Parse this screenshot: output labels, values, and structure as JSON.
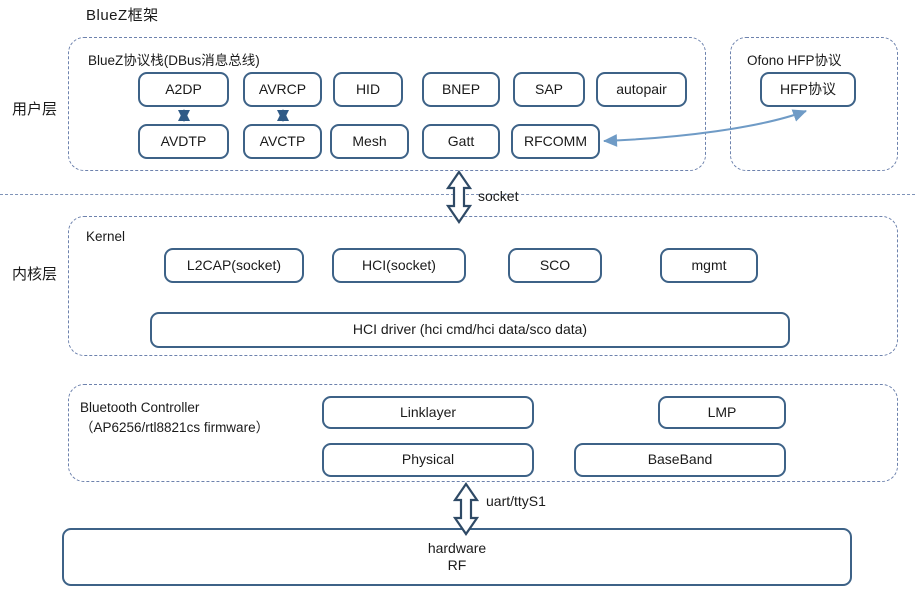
{
  "diagram": {
    "title": "BlueZ框架",
    "layer_labels": [
      {
        "id": "user",
        "text": "用户层"
      },
      {
        "id": "kernel",
        "text": "内核层"
      }
    ]
  },
  "user_layer": {
    "bluez_group": {
      "title": "BlueZ协议栈(DBus消息总线)",
      "row1": [
        {
          "label": "A2DP"
        },
        {
          "label": "AVRCP"
        },
        {
          "label": "HID"
        },
        {
          "label": "BNEP"
        },
        {
          "label": "SAP"
        },
        {
          "label": "autopair"
        }
      ],
      "row2": [
        {
          "label": "AVDTP"
        },
        {
          "label": "AVCTP"
        },
        {
          "label": "Mesh"
        },
        {
          "label": "Gatt"
        },
        {
          "label": "RFCOMM"
        }
      ]
    },
    "ofono_group": {
      "title": "Ofono HFP协议",
      "nodes": [
        {
          "label": "HFP协议"
        }
      ]
    }
  },
  "kernel_layer": {
    "title": "Kernel",
    "row1": [
      {
        "label": "L2CAP(socket)"
      },
      {
        "label": "HCI(socket)"
      },
      {
        "label": "SCO"
      },
      {
        "label": "mgmt"
      }
    ],
    "driver": {
      "label": "HCI driver (hci cmd/hci data/sco data)"
    }
  },
  "controller_layer": {
    "title_line1": "Bluetooth Controller",
    "title_line2": "（AP6256/rtl8821cs firmware）",
    "nodes": [
      {
        "label": "Linklayer"
      },
      {
        "label": "LMP"
      },
      {
        "label": "Physical"
      },
      {
        "label": "BaseBand"
      }
    ]
  },
  "hardware_layer": {
    "line1": "hardware",
    "line2": "RF"
  },
  "connections": [
    {
      "id": "socket",
      "label": "socket"
    },
    {
      "id": "uart",
      "label": "uart/ttyS1"
    }
  ],
  "colors": {
    "node_border": "#3d6287",
    "group_border": "#6d82ad",
    "arrow_dark": "#2f4a66",
    "arrow_light": "#6f9bc6",
    "background": "#ffffff"
  }
}
